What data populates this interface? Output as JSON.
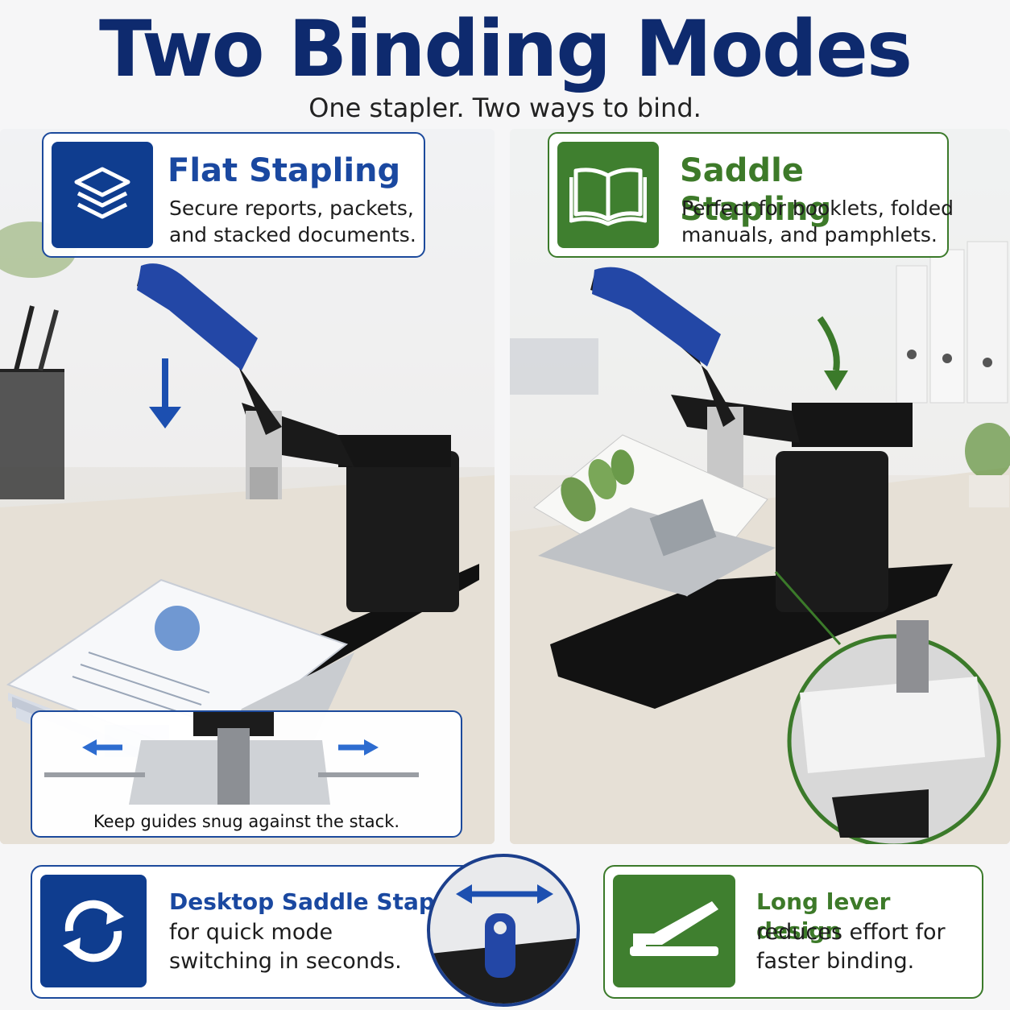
{
  "header": {
    "title": "Two Binding Modes",
    "subtitle": "One stapler. Two ways to bind."
  },
  "flat": {
    "title": "Flat Stapling",
    "lines": [
      "Secure reports, packets,",
      "and stacked documents."
    ],
    "icon": "stacked-layers-icon"
  },
  "saddle": {
    "title": "Saddle Stapling",
    "lines": [
      "Perfect for booklets, folded",
      "manuals, and pamphlets."
    ],
    "icon": "open-book-icon"
  },
  "guides": {
    "caption": "Keep guides snug against the stack."
  },
  "desktop": {
    "title": "Desktop Saddle Stapler",
    "lines": [
      "for quick mode",
      "switching in seconds."
    ],
    "icon": "rotate-arrows-icon"
  },
  "lever": {
    "title": "Long lever design",
    "lines": [
      "reduces effort for",
      "faster binding."
    ],
    "icon": "stapler-lever-icon"
  },
  "colors": {
    "navy": "#0e2a6e",
    "blue": "#1a48a0",
    "green": "#3d7a29",
    "handle_blue": "#2347a6"
  }
}
